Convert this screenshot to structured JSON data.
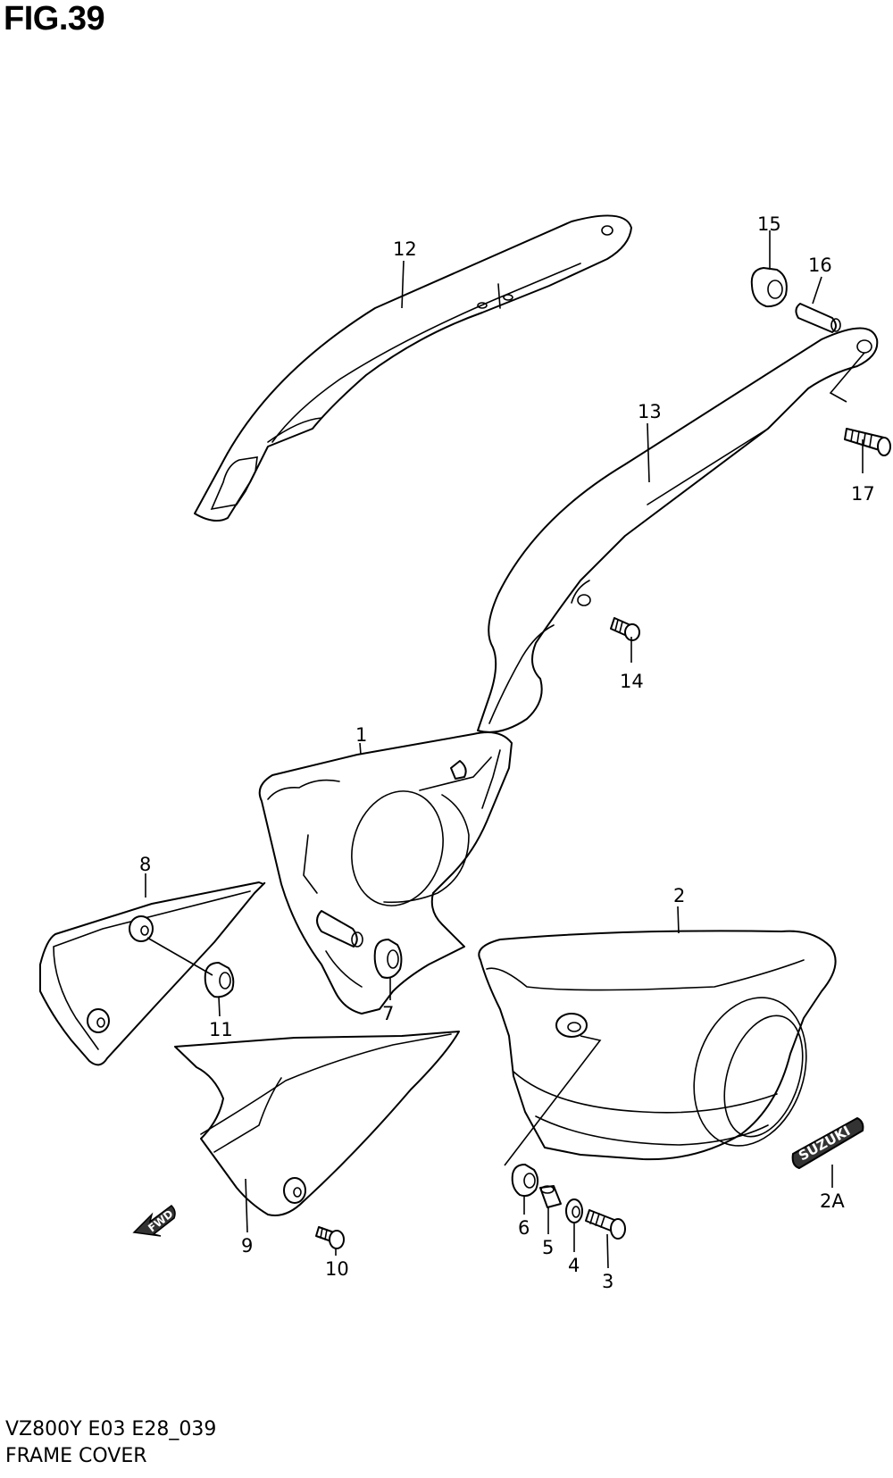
{
  "figure": {
    "title": "FIG.39",
    "code": "VZ800Y E03 E28_039",
    "name": "FRAME COVER"
  },
  "callouts": [
    "1",
    "2",
    "2A",
    "3",
    "4",
    "5",
    "6",
    "7",
    "8",
    "9",
    "10",
    "11",
    "12",
    "13",
    "14",
    "15",
    "16",
    "17"
  ],
  "emblem_text": "SUZUKI",
  "direction_label": "FWD",
  "parts": [
    {
      "ref": "1",
      "icon": "frame-cover-bracket"
    },
    {
      "ref": "2",
      "icon": "frame-cover-right"
    },
    {
      "ref": "2A",
      "icon": "suzuki-emblem"
    },
    {
      "ref": "3",
      "icon": "screw"
    },
    {
      "ref": "4",
      "icon": "washer"
    },
    {
      "ref": "5",
      "icon": "spacer"
    },
    {
      "ref": "6",
      "icon": "grommet"
    },
    {
      "ref": "7",
      "icon": "grommet"
    },
    {
      "ref": "8",
      "icon": "frame-cover-left"
    },
    {
      "ref": "9",
      "icon": "frame-cover-lower"
    },
    {
      "ref": "10",
      "icon": "screw"
    },
    {
      "ref": "11",
      "icon": "grommet"
    },
    {
      "ref": "12",
      "icon": "frame-side-cover-upper"
    },
    {
      "ref": "13",
      "icon": "frame-side-cover-rear"
    },
    {
      "ref": "14",
      "icon": "screw"
    },
    {
      "ref": "15",
      "icon": "cushion"
    },
    {
      "ref": "16",
      "icon": "spacer"
    },
    {
      "ref": "17",
      "icon": "screw"
    }
  ]
}
